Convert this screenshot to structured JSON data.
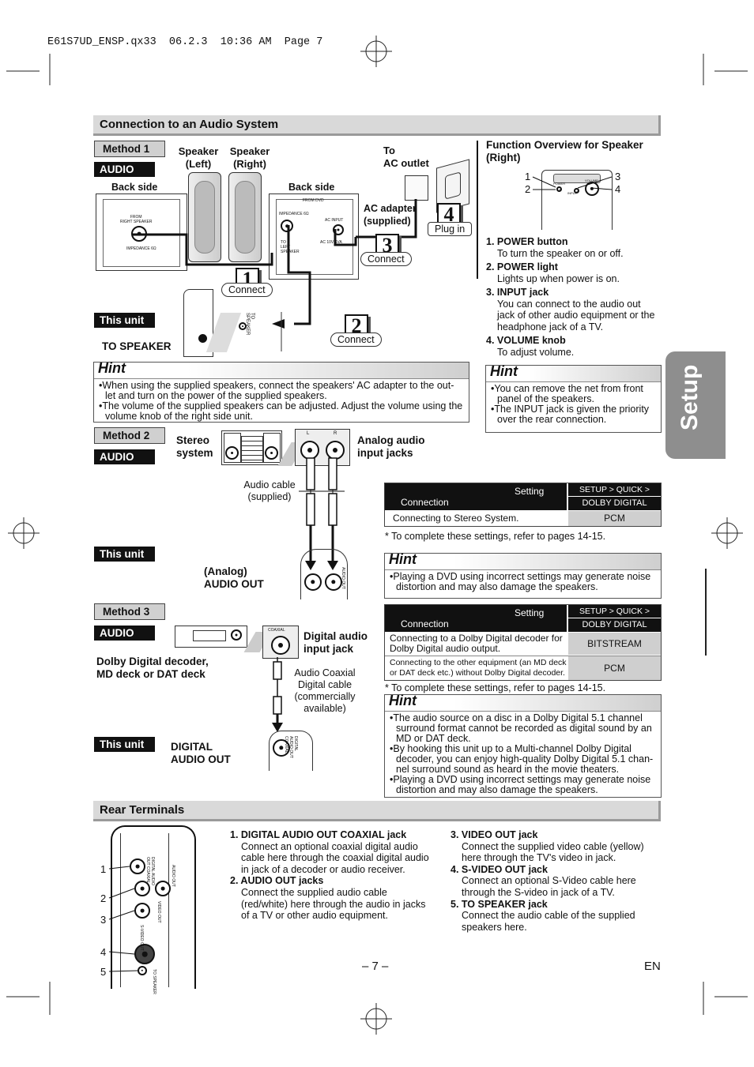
{
  "file_header": "E61S7UD_ENSP.qx33  06.2.3  10:36 AM  Page 7",
  "side_tab": "Setup",
  "section1": {
    "title": "Connection to an Audio System",
    "method1": {
      "method": "Method 1",
      "audio": "AUDIO",
      "back_side_left": "Back side",
      "back_side_right": "Back side",
      "speaker_left": "Speaker\n(Left)",
      "speaker_right": "Speaker\n(Right)",
      "to_ac_outlet": "To\nAC outlet",
      "ac_adapter": "AC adapter\n(supplied)",
      "plug_in": "Plug in",
      "connect": "Connect",
      "this_unit": "This unit",
      "to_speaker": "TO SPEAKER",
      "panel_from_right": "FROM\nRIGHT SPEAKER",
      "panel_impedance": "IMPEDANCE 6Ω",
      "panel_from_dvd": "FROM DVD",
      "panel_ac_input": "AC INPUT",
      "panel_ac_volt": "AC 10V 6VA",
      "panel_to_left": "TO\nLEFT\nSPEAKER",
      "unit_to_speaker": "TO\nSPEAKER",
      "steps": [
        "1",
        "2",
        "3",
        "4"
      ]
    },
    "function_overview": {
      "title": "Function Overview for Speaker\n(Right)",
      "callouts": [
        "1",
        "2",
        "3",
        "4"
      ],
      "panel_power": "POWER",
      "panel_volume": "VOLUME",
      "panel_input": "INPUT",
      "items": [
        {
          "head": "1. POWER button",
          "desc": "To turn the speaker on or off."
        },
        {
          "head": "2. POWER light",
          "desc": "Lights up when power is on."
        },
        {
          "head": "3. INPUT jack",
          "desc": "You can connect to the audio out jack of other audio equipment or the headphone jack of a TV."
        },
        {
          "head": "4. VOLUME knob",
          "desc": "To adjust volume."
        }
      ]
    },
    "hint1": {
      "title": "Hint",
      "items": [
        "When using the supplied speakers, connect the speakers' AC adapter to the out- let and turn on the power of the supplied speakers.",
        "The volume of the supplied speakers can be adjusted. Adjust the volume using the volume knob of the right side unit."
      ]
    },
    "hint_right": {
      "title": "Hint",
      "items": [
        "You can remove the net from front panel of the speakers.",
        "The INPUT jack is given the priority over the rear connection."
      ]
    },
    "method2": {
      "method": "Method 2",
      "audio": "AUDIO",
      "stereo_system": "Stereo\nsystem",
      "analog_inputs": "Analog audio\ninput jacks",
      "audio_cable": "Audio cable\n(supplied)",
      "this_unit": "This unit",
      "analog_out": "(Analog)\nAUDIO OUT",
      "jack_l": "L",
      "jack_r": "R",
      "unit_audio_out": "AUDIO OUT"
    },
    "table1": {
      "setting": "Setting",
      "connection": "Connection",
      "setup_path": "SETUP > QUICK >",
      "dolby": "DOLBY DIGITAL",
      "row_label": "Connecting to Stereo System.",
      "row_value": "PCM",
      "note": "* To complete these settings, refer to pages 14-15."
    },
    "hint2": {
      "title": "Hint",
      "items": [
        "Playing a DVD using incorrect settings may generate noise distortion and may also damage the speakers."
      ]
    },
    "method3": {
      "method": "Method 3",
      "audio": "AUDIO",
      "decoder": "Dolby Digital decoder,\nMD deck or DAT deck",
      "digital_input": "Digital audio\ninput jack",
      "coaxial_label": "COAXIAL",
      "coax_cable": "Audio Coaxial\nDigital cable\n(commercially\navailable)",
      "this_unit": "This unit",
      "digital_out": "DIGITAL\nAUDIO OUT",
      "unit_digital_out": "DIGITAL AUDIO OUT COAXIAL"
    },
    "table2": {
      "setting": "Setting",
      "connection": "Connection",
      "setup_path": "SETUP > QUICK >",
      "dolby": "DOLBY DIGITAL",
      "rows": [
        {
          "label": "Connecting to a Dolby Digital decoder for Dolby Digital audio output.",
          "value": "BITSTREAM"
        },
        {
          "label": "Connecting to the other equipment (an MD deck or DAT deck etc.) without Dolby Digital decoder.",
          "value": "PCM"
        }
      ],
      "note": "* To complete these settings, refer to pages 14-15."
    },
    "hint3": {
      "title": "Hint",
      "items": [
        "The audio source on a disc in a Dolby Digital 5.1 channel surround format cannot be recorded as digital sound by an MD or DAT deck.",
        "By hooking this unit up to a Multi-channel Dolby Digital decoder, you can enjoy high-quality Dolby Digital 5.1 chan- nel surround sound as heard in the movie theaters.",
        "Playing a DVD using incorrect settings may generate noise distortion and may also damage the speakers."
      ]
    }
  },
  "rear": {
    "title": "Rear Terminals",
    "callouts": [
      "1",
      "2",
      "3",
      "4",
      "5"
    ],
    "panel_labels": {
      "digital": "DIGITAL AUDIO OUT COAXIAL",
      "audio_out": "AUDIO OUT",
      "video_out": "VIDEO OUT",
      "svideo": "S-VIDEO OUT",
      "to_speaker": "TO SPEAKER"
    },
    "items_left": [
      {
        "head": "1. DIGITAL AUDIO OUT COAXIAL jack",
        "desc": "Connect an optional coaxial digital audio cable here through the coaxial digital audio in jack of a decoder or audio receiver."
      },
      {
        "head": "2. AUDIO OUT jacks",
        "desc": "Connect the supplied audio cable (red/white) here through the audio in jacks of a TV or other audio equipment."
      }
    ],
    "items_right": [
      {
        "head": "3. VIDEO OUT jack",
        "desc": "Connect the supplied video cable (yellow) here through the TV's video in jack."
      },
      {
        "head": "4. S-VIDEO OUT jack",
        "desc": "Connect an optional S-Video cable here through the S-video in jack of a TV."
      },
      {
        "head": "5. TO SPEAKER jack",
        "desc": "Connect the audio cable of the supplied speakers here."
      }
    ]
  },
  "page_number": "– 7 –",
  "language": "EN"
}
